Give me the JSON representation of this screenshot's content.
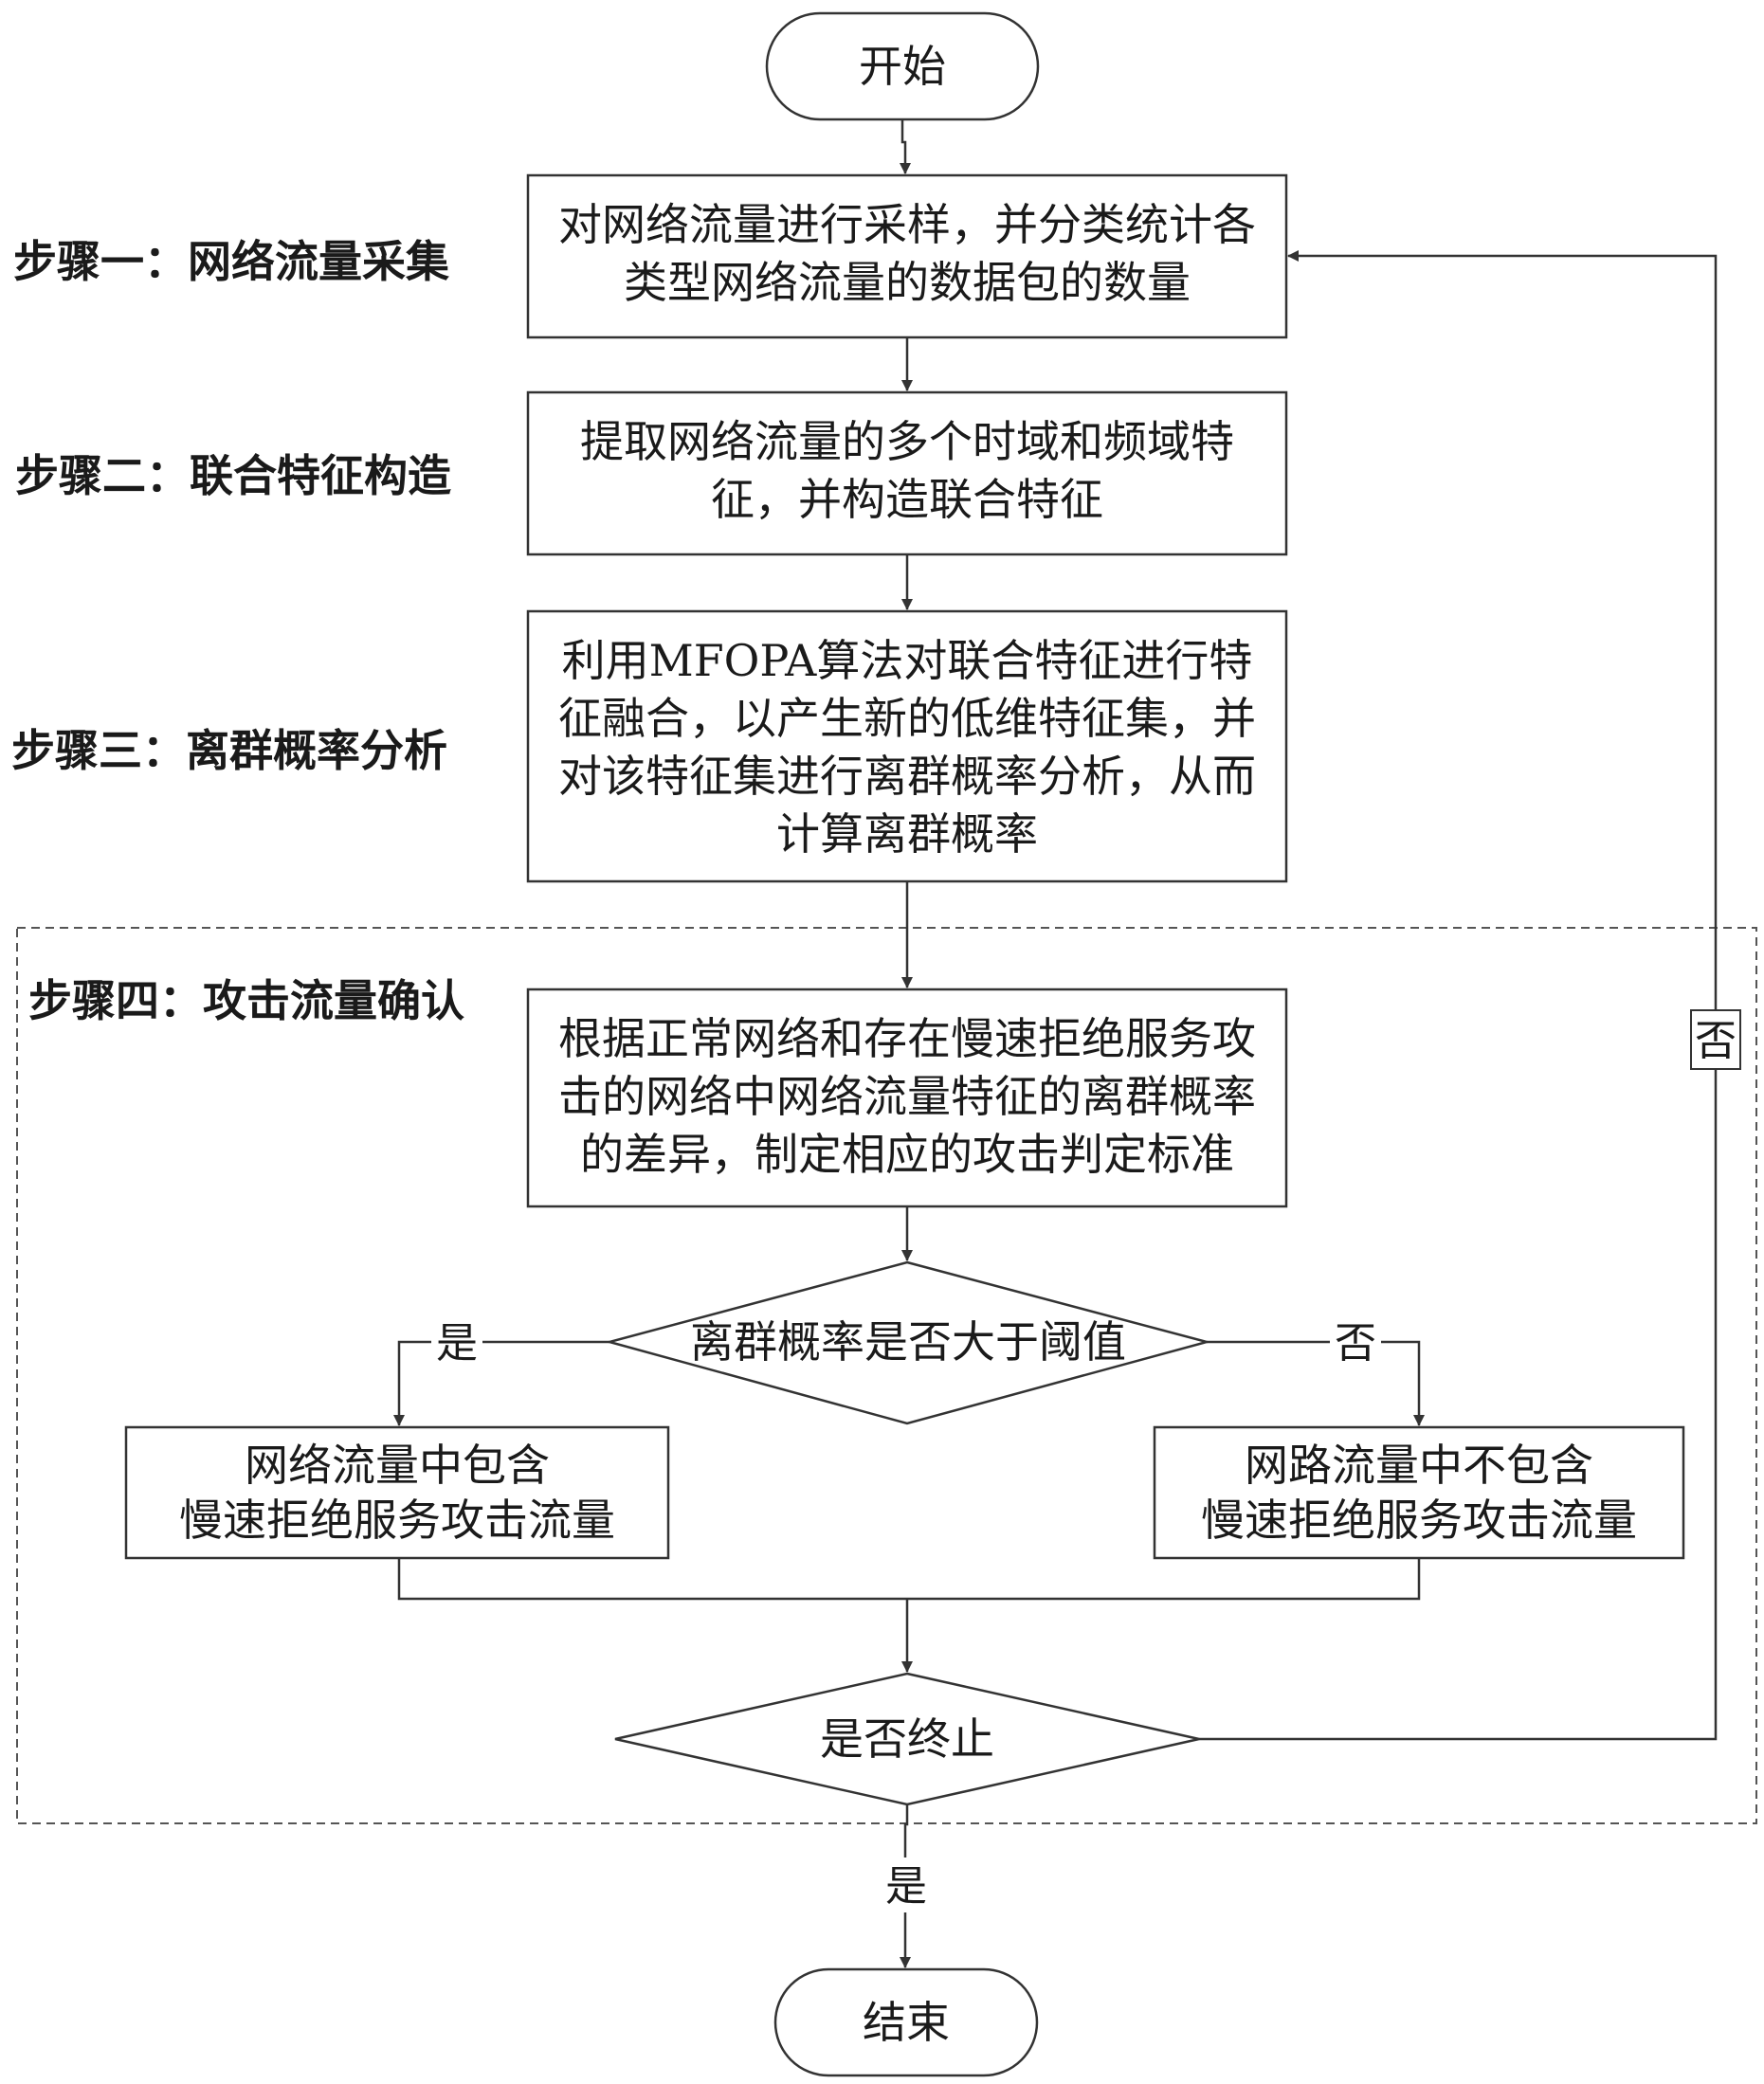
{
  "steps": {
    "step1": "步骤一：网络流量采集",
    "step2": "步骤二：联合特征构造",
    "step3": "步骤三：离群概率分析",
    "step4": "步骤四：攻击流量确认"
  },
  "nodes": {
    "start": "开始",
    "sample": [
      "对网络流量进行采样，并分类统计各",
      "类型网络流量的数据包的数量"
    ],
    "extract": [
      "提取网络流量的多个时域和频域特",
      "征，并构造联合特征"
    ],
    "fuse": [
      "利用MFOPA算法对联合特征进行特",
      "征融合，以产生新的低维特征集，并",
      "对该特征集进行离群概率分析，从而",
      "计算离群概率"
    ],
    "criteria": [
      "根据正常网络和存在慢速拒绝服务攻",
      "击的网络中网络流量特征的离群概率",
      "的差异，制定相应的攻击判定标准"
    ],
    "threshold_decision": "离群概率是否大于阈值",
    "contains_attack": [
      "网络流量中包含",
      "慢速拒绝服务攻击流量"
    ],
    "no_attack": [
      "网路流量中不包含",
      "慢速拒绝服务攻击流量"
    ],
    "terminate_decision": "是否终止",
    "end": "结束"
  },
  "edge_labels": {
    "threshold_yes": "是",
    "threshold_no": "否",
    "terminate_no": "否",
    "terminate_yes": "是"
  }
}
